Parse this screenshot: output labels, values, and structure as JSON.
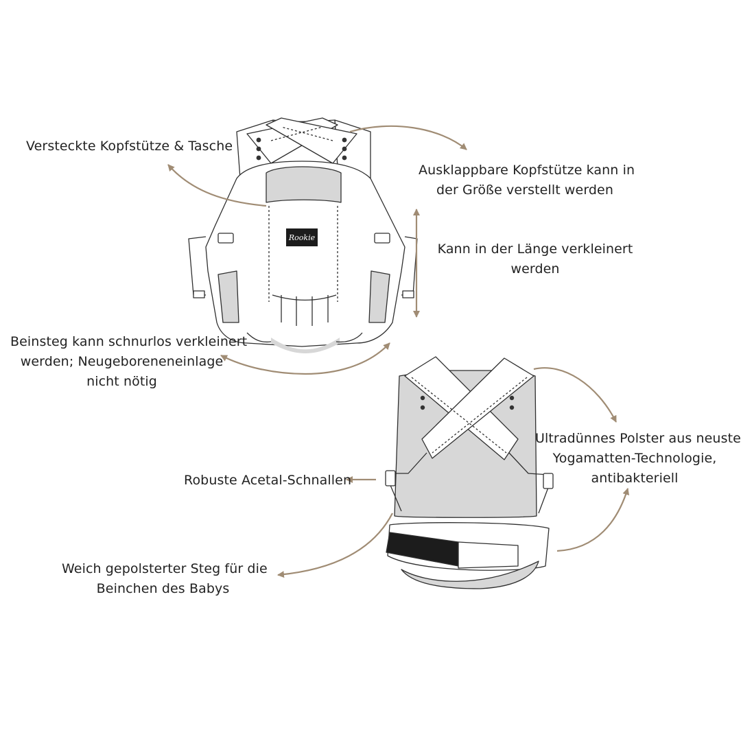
{
  "brand_label": "Rookie",
  "colors": {
    "arrow": "#a08c74",
    "outline": "#2f2f2f",
    "grey_fill": "#d7d7d7",
    "text": "#222222"
  },
  "annotations": {
    "hidden_headrest": {
      "lines": [
        "Versteckte Kopfstütze & Tasche"
      ]
    },
    "foldout_headrest": {
      "lines": [
        "Ausklappbare Kopfstütze kann in",
        "der Größe verstellt werden"
      ]
    },
    "length": {
      "lines": [
        "Kann in der Länge verkleinert",
        "werden"
      ]
    },
    "seat": {
      "lines": [
        "Beinsteg kann schnurlos verkleinert",
        "werden; Neugeboreneneinlage",
        "nicht nötig"
      ]
    },
    "buckles": {
      "lines": [
        "Robuste Acetal-Schnallen"
      ]
    },
    "padding": {
      "lines": [
        "Ultradünnes Polster aus neuster",
        "Yogamatten-Technologie,",
        "antibakteriell"
      ]
    },
    "leg_bridge": {
      "lines": [
        "Weich gepolsterter Steg für die",
        "Beinchen des Babys"
      ]
    }
  }
}
